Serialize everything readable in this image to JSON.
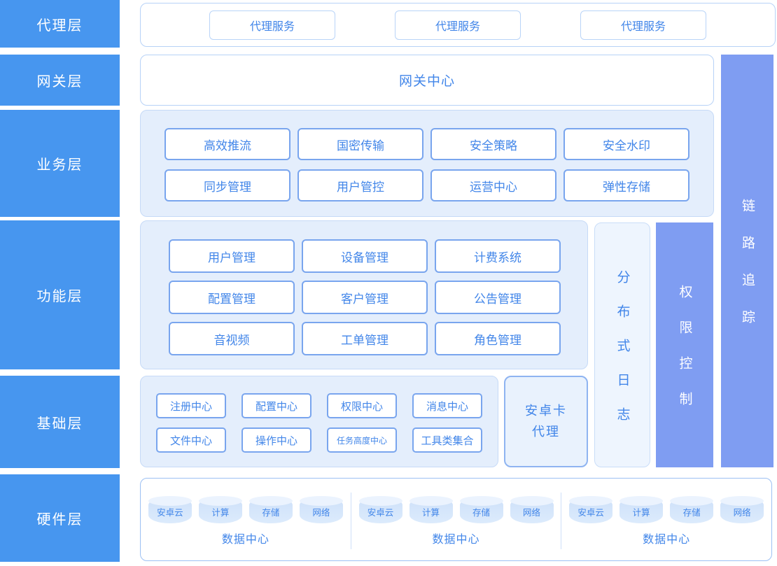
{
  "colors": {
    "sidebar_blue": "#4796ef",
    "bar_purple": "#7f9df2",
    "panel_light_bg": "#e4eefc",
    "panel_lighter_bg": "#eef5fe",
    "panel_border": "#c6daf7",
    "white_panel_border": "#b7d2f7",
    "chip_border": "#79a5ee",
    "text_blue": "#4286e9",
    "cylinder_body": "#d5e5fb",
    "white": "#ffffff"
  },
  "sidebar": {
    "layers": [
      "代理层",
      "网关层",
      "业务层",
      "功能层",
      "基础层",
      "硬件层"
    ]
  },
  "proxy_layer": {
    "services": [
      "代理服务",
      "代理服务",
      "代理服务"
    ]
  },
  "gateway_layer": {
    "title": "网关中心"
  },
  "business_layer": {
    "items": [
      "高效推流",
      "国密传输",
      "安全策略",
      "安全水印",
      "同步管理",
      "用户管控",
      "运营中心",
      "弹性存储"
    ]
  },
  "function_layer": {
    "items": [
      "用户管理",
      "设备管理",
      "计费系统",
      "配置管理",
      "客户管理",
      "公告管理",
      "音视频",
      "工单管理",
      "角色管理"
    ]
  },
  "base_layer": {
    "items": [
      "注册中心",
      "配置中心",
      "权限中心",
      "消息中心",
      "文件中心",
      "操作中心",
      "任务高度中心",
      "工具类集合"
    ],
    "android_proxy_line1": "安卓卡",
    "android_proxy_line2": "代理"
  },
  "vertical_bars": {
    "distributed_log": "分布式日志",
    "permission_control": "权限控制",
    "link_trace": "链路追踪"
  },
  "hardware_layer": {
    "data_centers": [
      {
        "nodes": [
          "安卓云",
          "计算",
          "存储",
          "网络"
        ],
        "label": "数据中心"
      },
      {
        "nodes": [
          "安卓云",
          "计算",
          "存储",
          "网络"
        ],
        "label": "数据中心"
      },
      {
        "nodes": [
          "安卓云",
          "计算",
          "存储",
          "网络"
        ],
        "label": "数据中心"
      }
    ]
  }
}
